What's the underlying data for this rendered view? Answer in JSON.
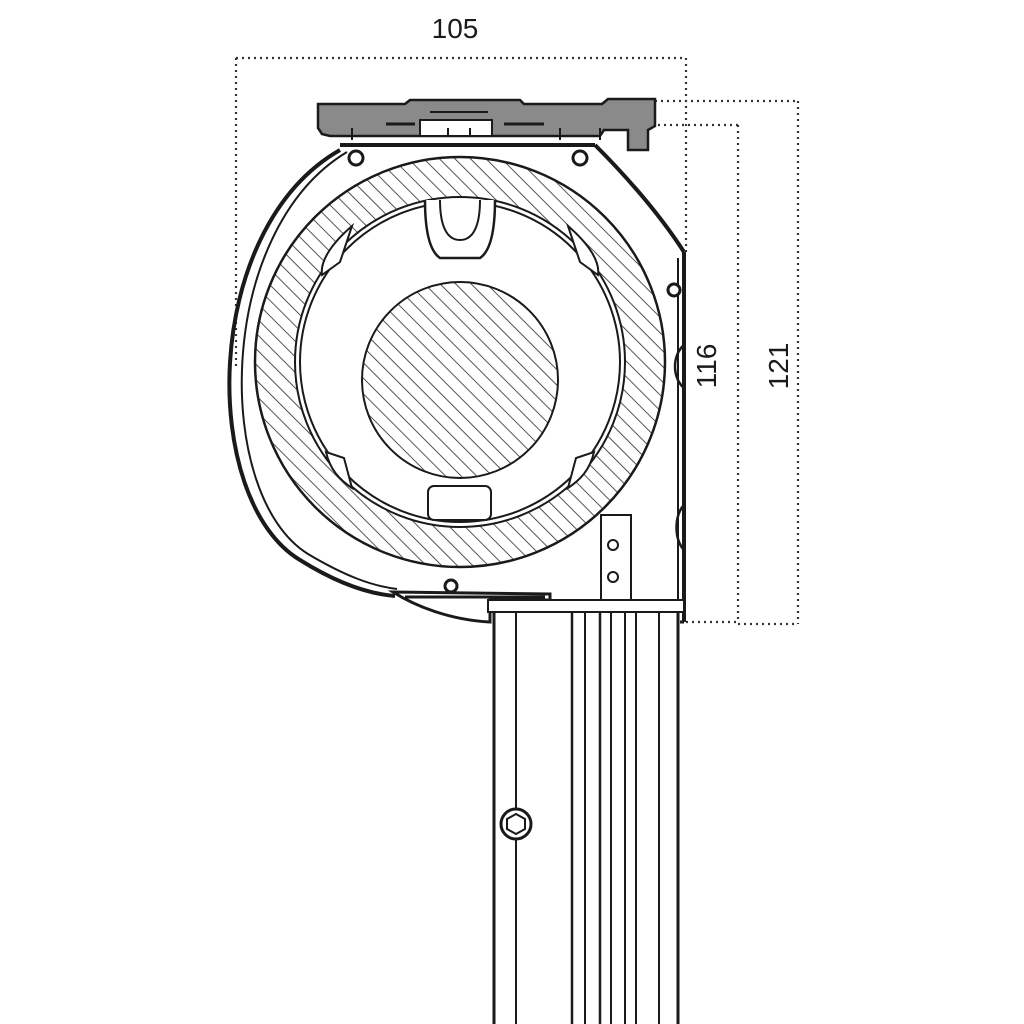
{
  "drawing": {
    "dimensions": {
      "width": "105",
      "inner_height": "116",
      "outer_height": "121"
    },
    "colors": {
      "line": "#1a1a1a",
      "rail_fill": "#8a8a8a",
      "hatch": "#2a2a2a",
      "background": "#ffffff"
    }
  }
}
